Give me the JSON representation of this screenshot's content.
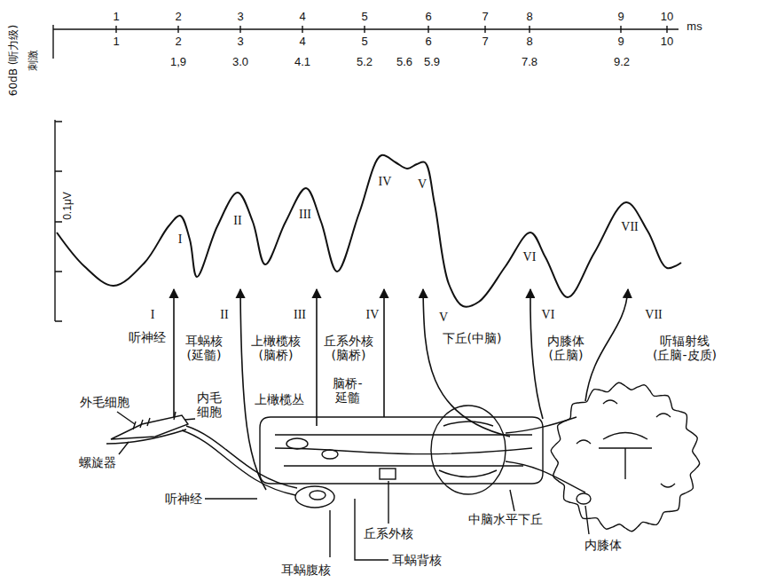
{
  "diagram": {
    "labels": [
      "1",
      "2",
      "3",
      "4",
      "5",
      "6",
      "7",
      "8",
      "9",
      "10",
      "ms",
      "1",
      "2",
      "3",
      "4",
      "5",
      "6",
      "7",
      "8",
      "9",
      "10",
      "1,9",
      "3.0",
      "4.1",
      "5.2",
      "5.6",
      "5.9",
      "7.8",
      "9.2",
      "60dB (听力级)",
      "刺激",
      "0.1μV",
      "I",
      "II",
      "III",
      "IV",
      "V",
      "VI",
      "VII",
      "I",
      "听神经",
      "II",
      "耳蜗核 (延髓)",
      "III",
      "上橄榄核 (脑桥)",
      "IV",
      "丘系外核 (脑桥)",
      "V",
      "下丘(中脑)",
      "VI",
      "内膝体 (丘脑)",
      "VII",
      "听辐射线 (丘脑-皮质)",
      "外毛细胞",
      "内毛 细胞",
      "上橄榄丛",
      "脑桥-延髓",
      "螺旋器",
      "听神经",
      "丘系外核",
      "中脑水平下丘",
      "内膝体",
      "耳蜗腹核",
      "耳蜗背核"
    ]
  }
}
